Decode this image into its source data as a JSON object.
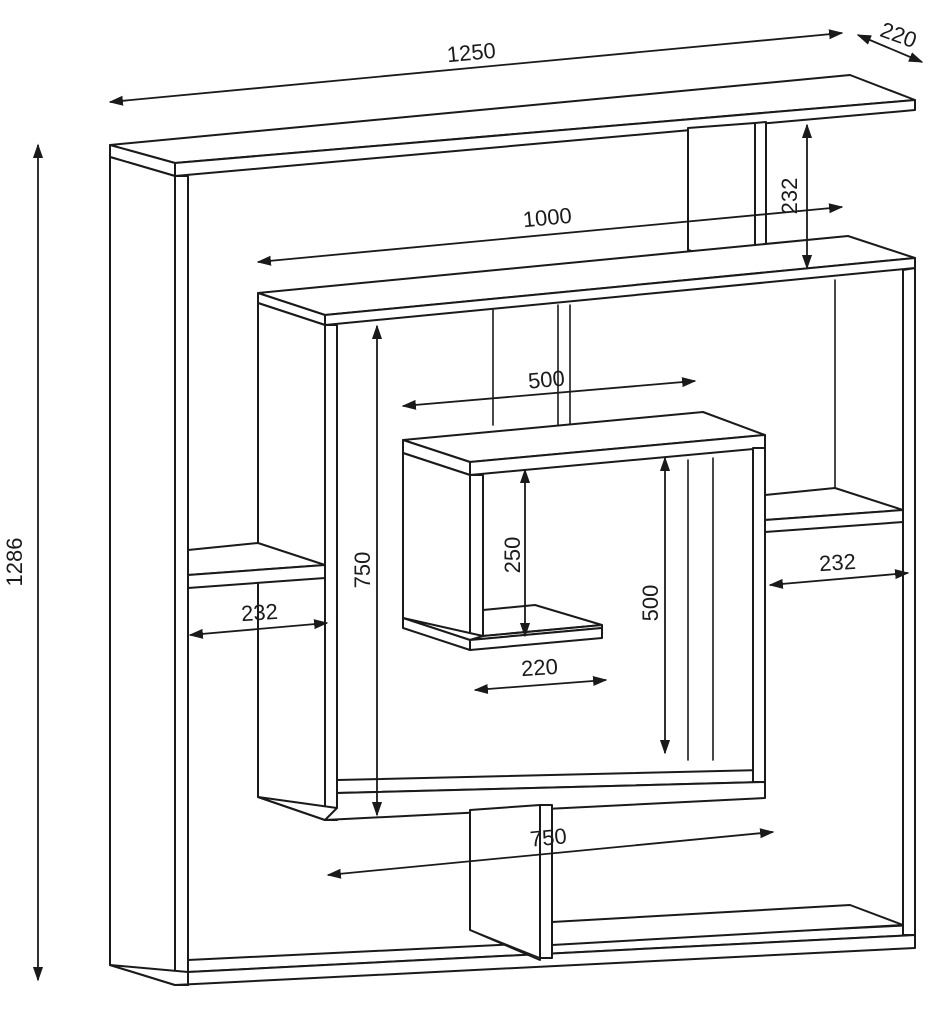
{
  "dimensions": {
    "overall_width": "1250",
    "overall_depth": "220",
    "overall_height": "1286",
    "middle_width": "1000",
    "upper_right_cubby_height": "232",
    "inner_width": "500",
    "left_cubby_width": "232",
    "left_frame_height": "750",
    "right_cubby_width": "232",
    "small_box_height": "250",
    "small_box_depth": "220",
    "inner_frame_height": "500",
    "bottom_width": "750"
  }
}
